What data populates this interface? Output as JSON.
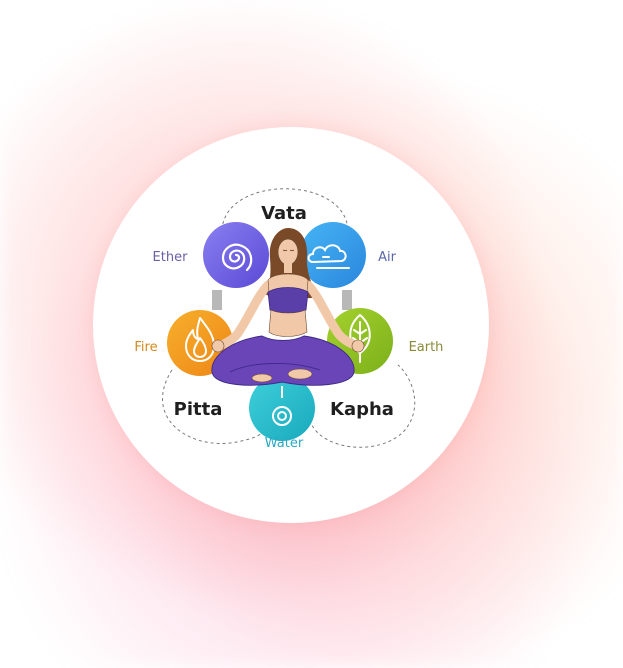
{
  "doshas": {
    "vata": "Vata",
    "pitta": "Pitta",
    "kapha": "Kapha"
  },
  "elements": {
    "ether": {
      "label": "Ether",
      "color": "#6f5fe0",
      "icon": "spiral-icon"
    },
    "air": {
      "label": "Air",
      "color": "#2f9be8",
      "icon": "cloud-icon"
    },
    "fire": {
      "label": "Fire",
      "color": "#f29a1f",
      "icon": "flame-icon"
    },
    "earth": {
      "label": "Earth",
      "color": "#8dbf22",
      "icon": "leaf-icon"
    },
    "water": {
      "label": "Water",
      "color": "#1fb7c8",
      "icon": "water-drop-icon"
    }
  },
  "label_colors": {
    "ether": "#6a5fa8",
    "air": "#5a67a8",
    "fire": "#d48a1e",
    "earth": "#8a8a3a",
    "water": "#2aa9c4"
  }
}
